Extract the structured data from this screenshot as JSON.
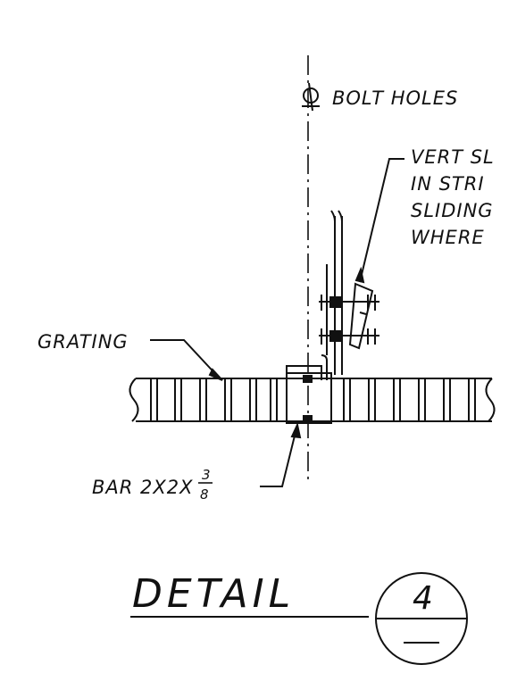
{
  "drawing": {
    "centerline_label": "BOLT HOLES",
    "note_lines": [
      "VERT SL",
      "IN STRI",
      "SLIDING",
      "WHERE"
    ],
    "grating_label": "GRATING",
    "bar_label": "BAR 2X2X",
    "bar_fraction_top": "3",
    "bar_fraction_bottom": "8",
    "detail_title": "DETAIL",
    "detail_number": "4",
    "line_color": "#111111",
    "background": "#ffffff"
  }
}
